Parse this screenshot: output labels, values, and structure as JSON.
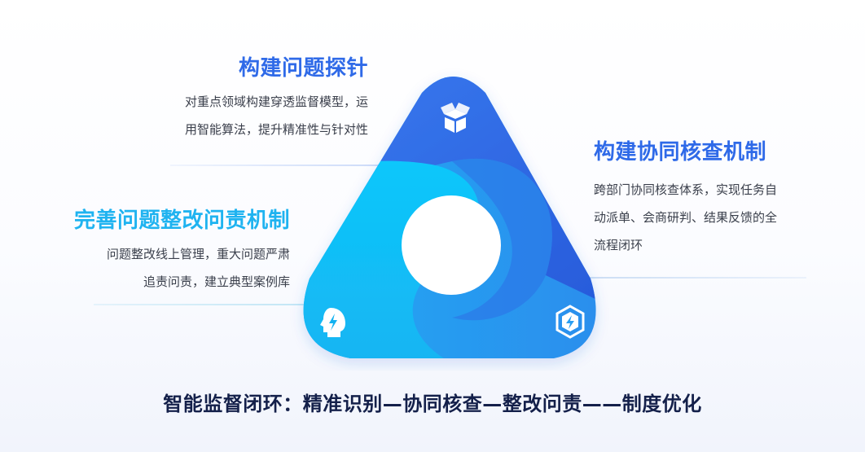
{
  "blocks": {
    "top_left": {
      "title": "构建问题探针",
      "lines": [
        "对重点领域构建穿透监督模型，运",
        "用智能算法，提升精准性与针对性"
      ]
    },
    "right": {
      "title": "构建协同核查机制",
      "lines": [
        "跨部门协同核查体系，实现任务自",
        "动派单、会商研判、结果反馈的全",
        "流程闭环"
      ]
    },
    "middle_left": {
      "title": "完善问题整改问责机制",
      "lines": [
        "问题整改线上管理，重大问题严肃",
        "追责问责，建立典型案例库"
      ]
    }
  },
  "summary": "智能监督闭环：精准识别—协同核查—整改问责——制度优化",
  "icons": {
    "top": "open-box-icon",
    "bottom_left": "head-lightning-icon",
    "bottom_right": "hexagon-lightning-icon"
  },
  "colors": {
    "dark_blue": "#2f6ae8",
    "cyan": "#1fb3f0",
    "mid_blue": "#2a9ef2",
    "summary_text": "#14204a"
  }
}
